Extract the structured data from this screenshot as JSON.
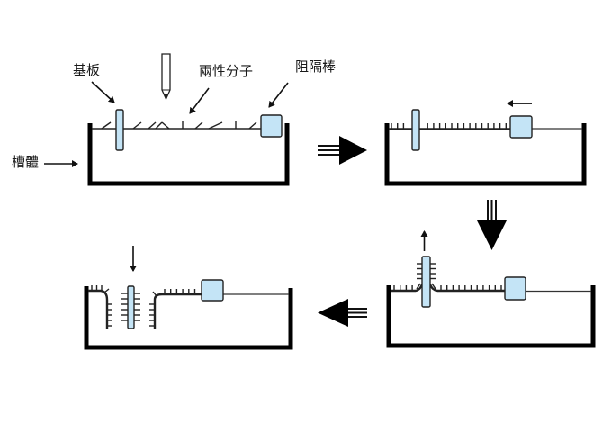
{
  "labels": {
    "substrate": "基板",
    "amphiphile": "兩性分子",
    "barrier": "阻隔棒",
    "trough": "槽體"
  },
  "colors": {
    "plate_fill": "#c4e4f6",
    "outline": "#222222",
    "wall": "#000000",
    "background": "#ffffff"
  },
  "steps": [
    {
      "id": "step-1-spread",
      "order": 1
    },
    {
      "id": "step-2-compress",
      "order": 2
    },
    {
      "id": "step-3-withdraw",
      "order": 3
    },
    {
      "id": "step-4-dip",
      "order": 4
    }
  ]
}
